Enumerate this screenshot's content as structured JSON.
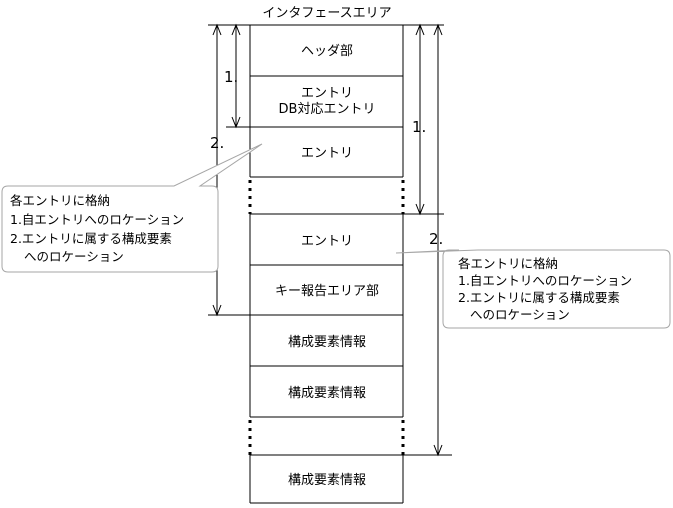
{
  "title": "インタフェースエリア",
  "blocks": {
    "header": "ヘッダ部",
    "entry_db_line1": "エントリ",
    "entry_db_line2": "DB対応エントリ",
    "entry_1": "エントリ",
    "entry_2": "エントリ",
    "key_report": "キー報告エリア部",
    "component_1": "構成要素情報",
    "component_2": "構成要素情報",
    "component_3": "構成要素情報"
  },
  "markers": {
    "left_inner": "1.",
    "left_outer": "2.",
    "right_inner": "1.",
    "right_outer": "2."
  },
  "callout_left": {
    "line1": "各エントリに格納",
    "line2": "1.自エントリへのロケーション",
    "line3": "2.エントリに属する構成要素",
    "line4": "へのロケーション"
  },
  "callout_right": {
    "line1": "各エントリに格納",
    "line2": "1.自エントリへのロケーション",
    "line3": "2.エントリに属する構成要素",
    "line4": "へのロケーション"
  }
}
